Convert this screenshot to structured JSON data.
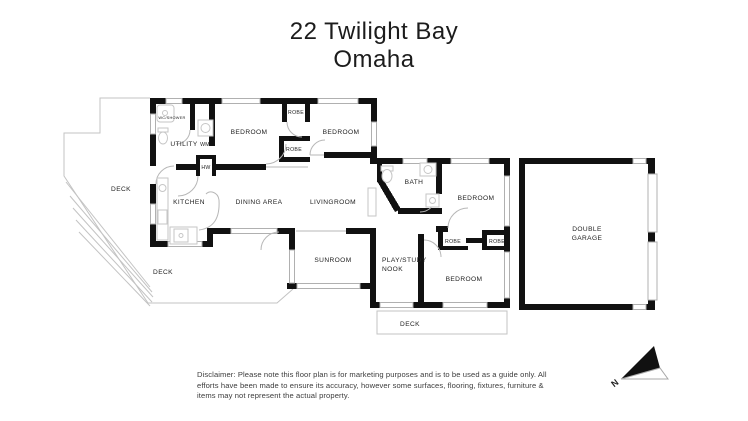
{
  "header": {
    "address": "22 Twilight Bay",
    "city": "Omaha"
  },
  "footer": {
    "disclaimer": "Disclaimer: Please note this floor plan is for marketing purposes and is to be used as a guide only. All efforts have been made to ensure its accuracy, however some surfaces, flooring, fixtures, furniture & items may not represent the actual property."
  },
  "compass": {
    "north": "N"
  },
  "plan": {
    "labels": {
      "deck": "DECK",
      "wc_shower": "WC/SHOWER",
      "utility": "UTILITY",
      "wm": "WM",
      "hw": "HW",
      "bedroom": "BEDROOM",
      "robe": "ROBE",
      "kitchen": "KITCHEN",
      "dining_area": "DINING AREA",
      "livingroom": "LIVINGROOM",
      "bath": "BATH",
      "sunroom": "SUNROOM",
      "play_study_nook_line1": "PLAY/STUDY",
      "play_study_nook_line2": "NOOK",
      "garage_line1": "DOUBLE",
      "garage_line2": "GARAGE"
    },
    "colors": {
      "wall": "#111111",
      "thin_line": "#b7b7b7",
      "fixture_line": "#c6c6c6",
      "label_text": "#222222",
      "title_text": "#1c1c1c",
      "background": "#ffffff"
    }
  }
}
